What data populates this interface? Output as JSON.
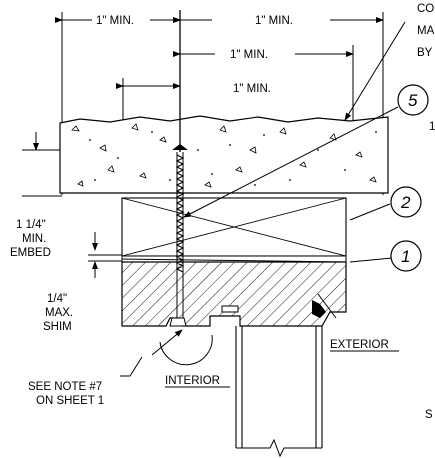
{
  "dimensions": {
    "d1": "1\" MIN.",
    "d2": "1\" MIN.",
    "d3": "1\" MIN.",
    "d4": "1\" MIN."
  },
  "labels": {
    "embed_1": "1 1/4\"",
    "embed_2": "MIN.",
    "embed_3": "EMBED",
    "shim_1": "1/4\"",
    "shim_2": "MAX.",
    "shim_3": "SHIM",
    "note_1": "SEE NOTE #7",
    "note_2": "ON SHEET 1",
    "interior": "INTERIOR",
    "exterior": "EXTERIOR",
    "top_right_1": "CO",
    "top_right_2": "MA",
    "top_right_3": "BY",
    "side_right_1": "1",
    "side_right_2": "S"
  },
  "callouts": {
    "c1": "1",
    "c2": "2",
    "c5": "5"
  }
}
